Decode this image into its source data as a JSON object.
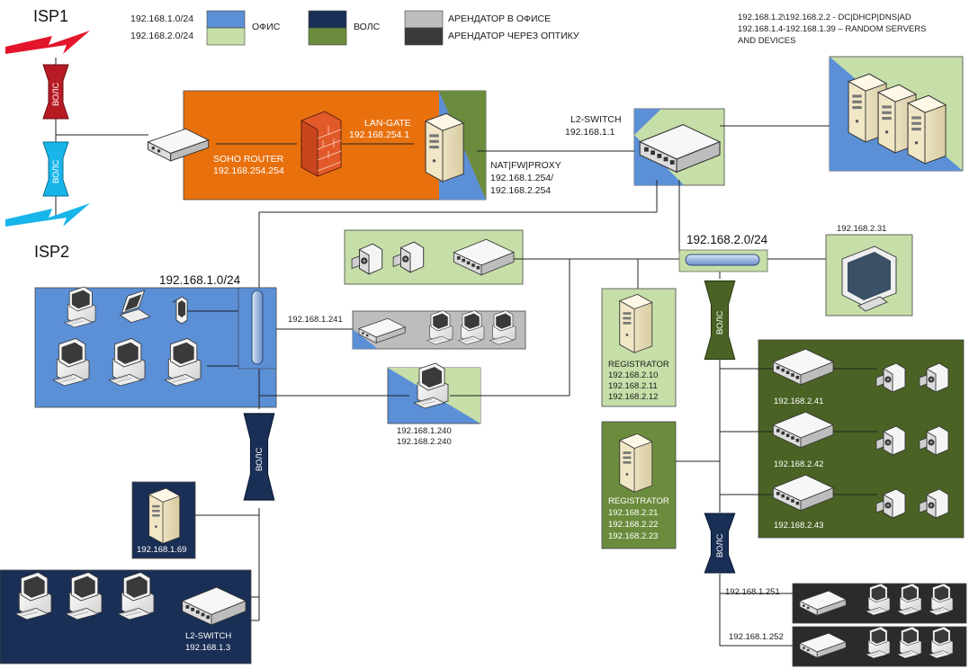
{
  "isp": {
    "isp1": "ISP1",
    "isp2": "ISP2"
  },
  "legend": {
    "net1": "192.168.1.0/24",
    "net2": "192.168.2.0/24",
    "office": "ОФИС",
    "fiber": "ВОЛС",
    "tenant_office": "АРЕНДАТОР В ОФИСЕ",
    "tenant_fiber": "АРЕНДАТОР ЧЕРЕЗ ОПТИКУ",
    "colors": {
      "office_net1": "#5b8fd6",
      "office_net2": "#c6dea8",
      "fiber_net1": "#1a2f55",
      "fiber_net2": "#6b8c3c",
      "tenant_office": "#bdbdbd",
      "tenant_fiber": "#3a3a3a"
    }
  },
  "notes": {
    "line1": "192.168.1.2\\192.168.2.2 - DC|DHCP|DNS|AD",
    "line2": "192.168.1.4-192.168.1.39 – RANDOM SERVERS",
    "line3": "AND DEVICES"
  },
  "fiber_link_label": "ВОЛС",
  "nodes": {
    "soho_router": {
      "name": "SOHO ROUTER",
      "ip": "192.168.254.254"
    },
    "lan_gate": {
      "name": "LAN-GATE",
      "ip": "192.168.254.1",
      "role": "NAT|FW|PROXY",
      "ip1": "192.168.1.254/",
      "ip2": "192.168.2.254"
    },
    "l2_switch_main": {
      "name": "L2-SWITCH",
      "ip": "192.168.1.1"
    },
    "net2_bus": {
      "label": "192.168.2.0/24"
    },
    "net1_bus": {
      "label": "192.168.1.0/24"
    },
    "monitor": {
      "ip": "192.168.2.31"
    },
    "tenant_office_gw": {
      "ip": "192.168.1.241"
    },
    "workstation_dual": {
      "ip1": "192.168.1.240",
      "ip2": "192.168.2.240"
    },
    "registrator1": {
      "name": "REGISTRATOR",
      "ip1": "192.168.2.10",
      "ip2": "192.168.2.11",
      "ip3": "192.168.2.12"
    },
    "registrator2": {
      "name": "REGISTRATOR",
      "ip1": "192.168.2.21",
      "ip2": "192.168.2.22",
      "ip3": "192.168.2.23"
    },
    "cam_switches": {
      "s1": "192.168.2.41",
      "s2": "192.168.2.42",
      "s3": "192.168.2.43"
    },
    "server_remote": {
      "ip": "192.168.1.69"
    },
    "l2_switch_remote": {
      "name": "L2-SWITCH",
      "ip": "192.168.1.3"
    },
    "tenant_fiber_gw": {
      "ip1": "192.168.1.251",
      "ip2": "192.168.1.252"
    }
  }
}
